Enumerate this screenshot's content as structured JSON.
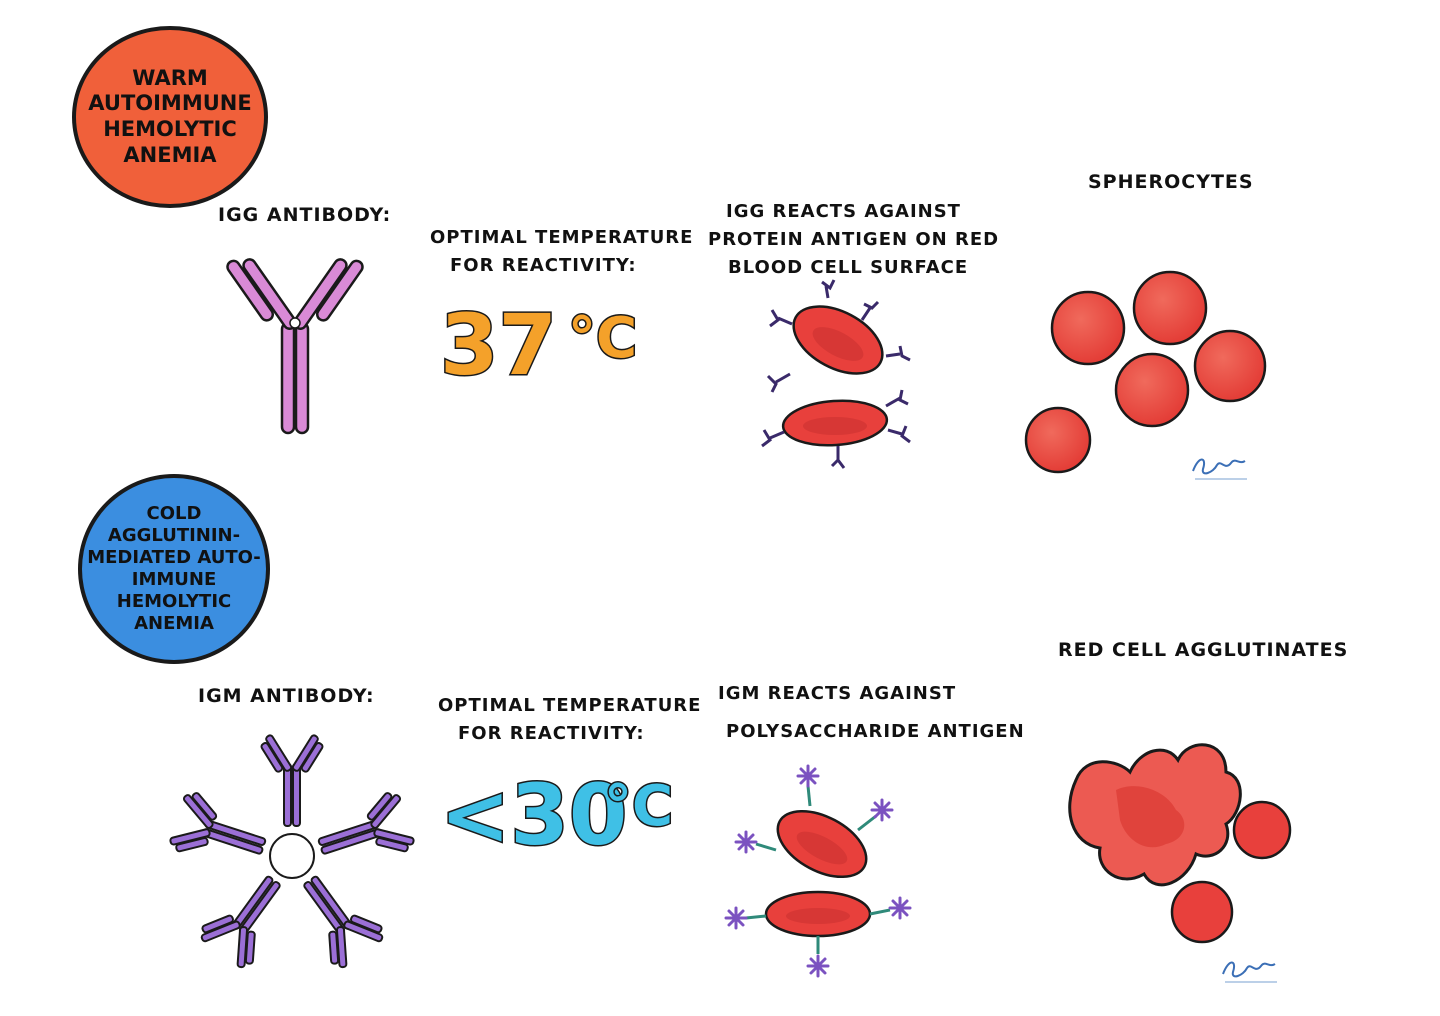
{
  "colors": {
    "warm_badge": "#f0603a",
    "cold_badge": "#3b8ee0",
    "igg": "#d98ad6",
    "igm": "#9b6fd6",
    "temp_warm": "#f4a12a",
    "temp_cold": "#3fc0e6",
    "rbc": "#e8403c",
    "outline": "#1a1a1a"
  },
  "warm": {
    "badge_label": "Warm\nautoimmune\nhemolytic\nanemia",
    "antibody_label": "IgG antibody:",
    "antibody_icon": "igg-y-antibody",
    "temp_label_line1": "Optimal temperature",
    "temp_label_line2": "for reactivity:",
    "temp_value": "37",
    "temp_unit": "°C",
    "reaction_line1": "IgG reacts against",
    "reaction_line2": "protein antigen on red",
    "reaction_line3": "blood cell surface",
    "result_label": "Spherocytes"
  },
  "cold": {
    "badge_label": "Cold\nagglutinin-\nmediated auto-\nimmune hemolytic\nanemia",
    "antibody_label": "IgM antibody:",
    "antibody_icon": "igm-pentamer-antibody",
    "temp_label_line1": "Optimal temperature",
    "temp_label_line2": "for reactivity:",
    "temp_value": "<30",
    "temp_unit": "°C",
    "reaction_line1": "IgM reacts against",
    "reaction_line2": "polysaccharide antigen",
    "result_label": "Red cell agglutinates"
  }
}
